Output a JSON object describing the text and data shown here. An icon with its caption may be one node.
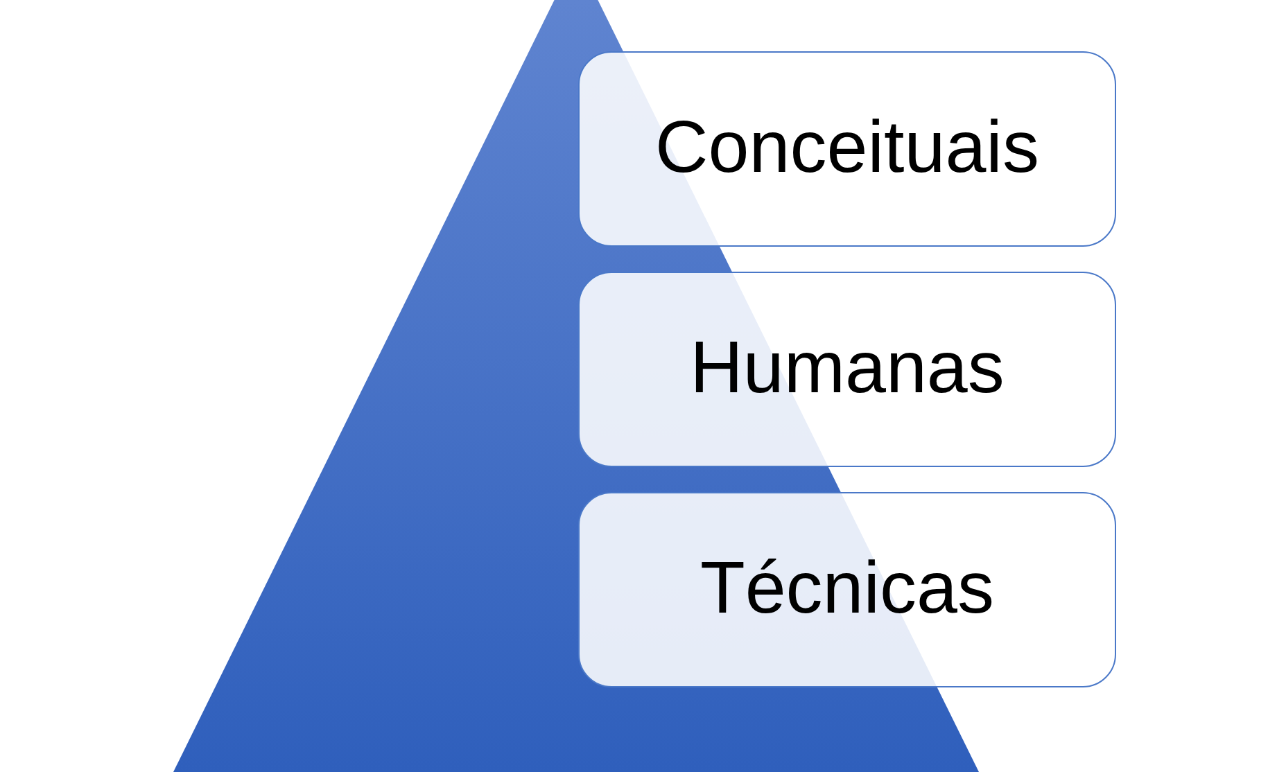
{
  "diagram": {
    "nodes": [
      {
        "text": [],
        "shape": "triangle"
      },
      {
        "text": [
          "Conceituais"
        ]
      },
      {
        "text": [
          "Humanas"
        ]
      },
      {
        "text": [
          "Técnicas"
        ]
      }
    ]
  }
}
